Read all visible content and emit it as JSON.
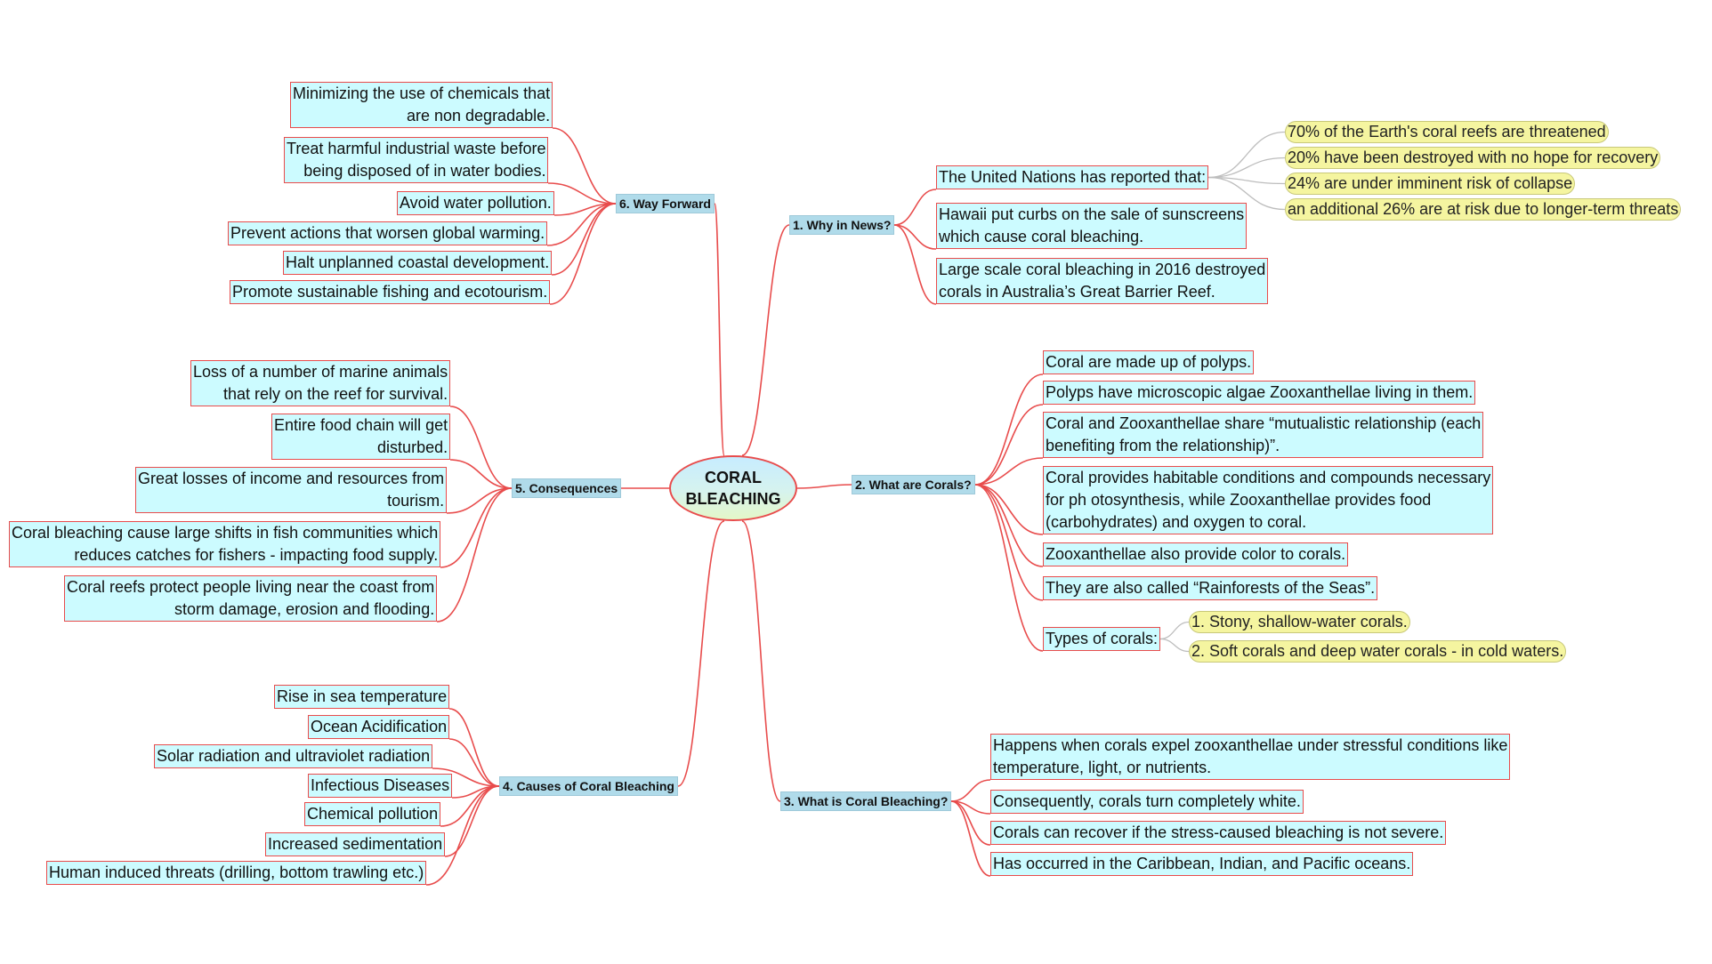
{
  "center": {
    "line1": "CORAL",
    "line2": "BLEACHING"
  },
  "branches": {
    "why": {
      "title": "1. Why in News?",
      "un": "The United Nations has reported that:",
      "un_stats": [
        "70% of the Earth's coral reefs are threatened",
        "20% have been destroyed with no hope for recovery",
        "24% are under imminent risk of collapse",
        "an additional 26% are at risk due to longer-term threats"
      ],
      "hawaii": [
        "Hawaii put curbs on the sale of sunscreens",
        "which cause coral bleaching."
      ],
      "reef": [
        "Large scale coral bleaching in 2016 destroyed",
        "corals in Australia’s Great Barrier Reef."
      ]
    },
    "what": {
      "title": "2. What are Corals?",
      "items": [
        [
          "Coral are made up of polyps."
        ],
        [
          "Polyps have microscopic algae Zooxanthellae living in them."
        ],
        [
          "Coral and Zooxanthellae share “mutualistic relationship (each",
          "benefiting from the relationship)”."
        ],
        [
          "Coral provides habitable conditions and compounds necessary",
          "for ph otosynthesis, while Zooxanthellae provides food",
          "(carbohydrates) and oxygen to coral."
        ],
        [
          "Zooxanthellae also provide color to corals."
        ],
        [
          "They are also called “Rainforests of the Seas”."
        ]
      ],
      "types_label": "Types of corals:",
      "types": [
        "1. Stony, shallow-water corals.",
        "2. Soft corals and deep water corals - in cold waters."
      ]
    },
    "bleaching": {
      "title": "3. What is Coral Bleaching?",
      "items": [
        [
          "Happens when corals expel zooxanthellae under stressful conditions like",
          "temperature, light, or nutrients."
        ],
        [
          "Consequently, corals turn completely white."
        ],
        [
          "Corals can recover if the stress-caused bleaching is not severe."
        ],
        [
          "Has occurred in the Caribbean, Indian, and Pacific oceans."
        ]
      ]
    },
    "causes": {
      "title": "4. Causes of Coral Bleaching",
      "items": [
        "Rise in sea temperature",
        "Ocean Acidification",
        "Solar radiation and ultraviolet radiation",
        "Infectious Diseases",
        "Chemical pollution",
        "Increased sedimentation",
        "Human induced threats (drilling, bottom trawling etc.)"
      ]
    },
    "consequences": {
      "title": "5. Consequences",
      "items": [
        [
          "Loss of a number of marine animals",
          "that rely on the reef for survival."
        ],
        [
          "Entire food chain will get",
          "disturbed."
        ],
        [
          "Great losses of income and resources from",
          "tourism."
        ],
        [
          "Coral bleaching cause large shifts in fish communities which",
          "reduces catches for fishers - impacting food supply."
        ],
        [
          "Coral reefs protect people living near the coast from",
          "storm damage, erosion and flooding."
        ]
      ]
    },
    "forward": {
      "title": "6. Way Forward",
      "items": [
        [
          "Minimizing the use of chemicals that",
          "are non degradable."
        ],
        [
          "Treat harmful industrial waste before",
          "being disposed of in water bodies."
        ],
        [
          "Avoid water pollution."
        ],
        [
          "Prevent actions that worsen global warming."
        ],
        [
          "Halt unplanned coastal development."
        ],
        [
          "Promote sustainable fishing and ecotourism."
        ]
      ]
    }
  },
  "colors": {
    "link": "#e84c4c",
    "leaf_fill": "#ccfbff",
    "branch_fill": "#b0dbea",
    "pill_fill": "#f5f5a0"
  }
}
